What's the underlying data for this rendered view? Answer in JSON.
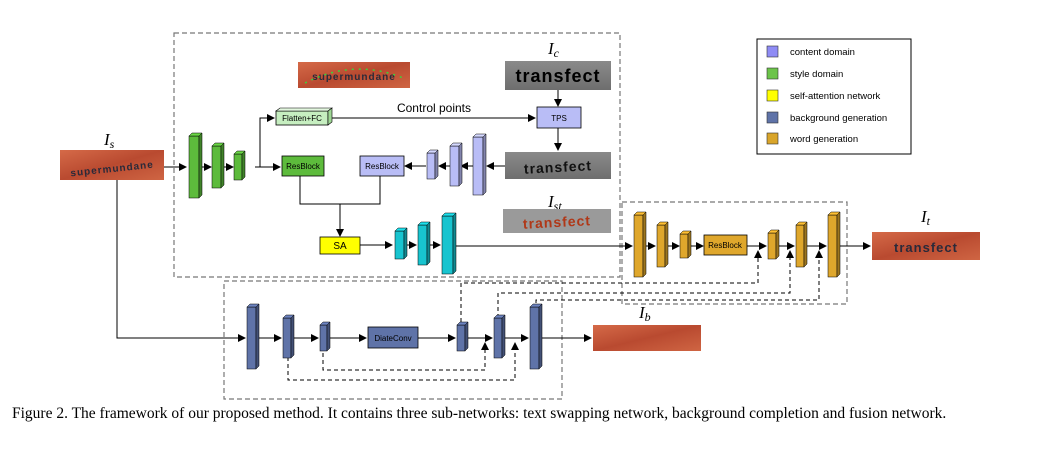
{
  "labels": {
    "i_s": "I",
    "i_s_sub": "s",
    "i_c": "I",
    "i_c_sub": "c",
    "i_st": "I",
    "i_st_sub": "st",
    "i_t": "I",
    "i_t_sub": "t",
    "i_b": "I",
    "i_b_sub": "b"
  },
  "images": {
    "source_text": "supermundane",
    "content_text": "transfect",
    "result_text": "transfect"
  },
  "modules": {
    "flatten_fc": "Flatten+FC",
    "tps": "TPS",
    "resblock_style": "ResBlock",
    "resblock_content": "ResBlock",
    "sa": "SA",
    "resblock_fusion": "ResBlock",
    "dilate_conv": "DiateConv",
    "control_points": "Control points"
  },
  "legend": {
    "items": [
      {
        "label": "content domain",
        "color": "#8f8cf5"
      },
      {
        "label": "style domain",
        "color": "#6cc44a"
      },
      {
        "label": "self-attention network",
        "color": "#ffff00"
      },
      {
        "label": "background generation",
        "color": "#5f73a8"
      },
      {
        "label": "word generation",
        "color": "#d9a52a"
      }
    ]
  },
  "colors": {
    "content": "#b9bdf6",
    "style": "#5dbb3c",
    "attention": "#ffff00",
    "background": "#5f73a8",
    "word": "#dfa72c",
    "teal": "#18c4cf",
    "brick": "#c8583a",
    "gray": "#7b7b7b"
  },
  "caption": "Figure 2. The framework of our proposed method. It contains three sub-networks: text swapping network, background completion and fusion network."
}
